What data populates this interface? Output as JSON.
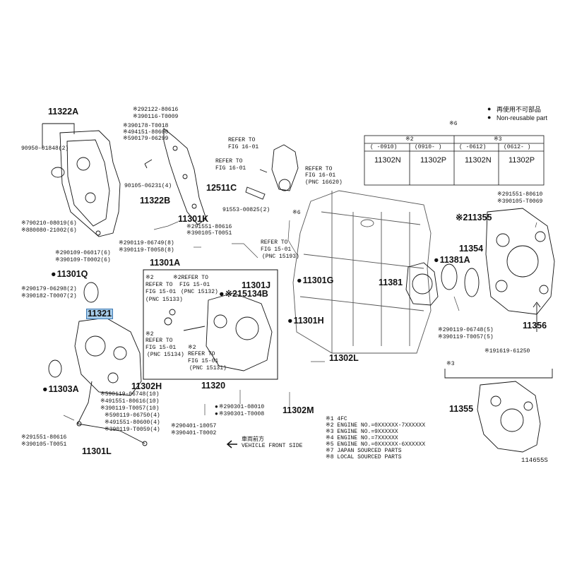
{
  "legend": {
    "nonreusable_jp": "再使用不可部品",
    "nonreusable_en": "Non-reusable part"
  },
  "engine_table": {
    "marker_top": "※6",
    "group1": "※2",
    "group2": "※3",
    "ranges": [
      "(  -0910)",
      "(0910-  )",
      "(  -0612)",
      "(0612-  )"
    ],
    "parts": [
      "11302N",
      "11302P",
      "11302N",
      "11302P"
    ]
  },
  "labels": {
    "p11322A": "11322A",
    "p90950": "90950-01848(2)",
    "p292122": "※292122-80616",
    "p390116": "※390116-T0009",
    "p390178": "※390178-T0018",
    "p494151": "※494151-80600",
    "p590179": "※590179-06299",
    "p90105": "90105-06231(4)",
    "p11322B": "11322B",
    "refer1": "REFER TO",
    "fig1": "FIG 16-01",
    "refer2": "REFER TO",
    "fig2": "FIG 16-01",
    "refer3": "REFER TO",
    "fig3": "FIG 16-01",
    "pnc3": "(PNC 16620)",
    "p12511C": "12511C",
    "p91553": "91553-00825(2)",
    "s6a": "※6",
    "p11301K": "11301K",
    "p291551a": "※291551-80616",
    "p390105a": "※390105-T0051",
    "p790210": "※790210-08019(6)",
    "p880080": "※880080-21002(6)",
    "p290109": "※290109-06017(6)",
    "p390109": "※390109-T0002(6)",
    "p290119a": "※290119-06749(8)",
    "p390119a": "※390119-T0058(8)",
    "p11301A": "11301A",
    "refer4": "REFER TO",
    "fig4": "FIG 15-01",
    "pnc4": "(PNC 15193)",
    "p11301Q": "11301Q",
    "p290179": "※290179-06298(2)",
    "p390182": "※390182-T0007(2)",
    "p11321": "11321",
    "refer5": "※2REFER TO",
    "fig5": "FIG 15-01",
    "pnc5": "(PNC 15132)",
    "s2a": "※2",
    "refer6": "REFER TO",
    "fig6": "FIG 15-01",
    "pnc6": "(PNC 15133)",
    "p11301J": "11301J",
    "p15134B": "※215134B",
    "p11301G": "11301G",
    "p11301H": "11301H",
    "s2b": "※2",
    "refer7": "REFER TO",
    "fig7": "FIG 15-01",
    "pnc7": "(PNC 15134)",
    "s2c": "※2",
    "refer8": "REFER TO",
    "fig8": "FIG 15-01",
    "pnc8": "(PNC 15131)",
    "p11303A": "11303A",
    "p11302H": "11302H",
    "p590119a": "※590119-06748(10)",
    "p491551a": "※491551-80616(10)",
    "p390119b": "※390119-T0057(10)",
    "p590119b": "※590119-06750(4)",
    "p491551b": "※491551-80600(4)",
    "p390119c": "※390119-T0059(4)",
    "p11320": "11320",
    "p290401": "※290401-10057",
    "p390401": "※390401-T0002",
    "p290301": "※290301-08010",
    "p390301": "※390301-T0008",
    "p291551b": "※291551-80616",
    "p390105b": "※390105-T0051",
    "p11301L": "11301L",
    "p11302L": "11302L",
    "p11302M": "11302M",
    "p11381A": "11381A",
    "p11381": "11381",
    "p11355a": "※211355",
    "p11354": "11354",
    "p291551c": "※291551-80610",
    "p390105c": "※390105-T0069",
    "p290119b": "※290119-06748(5)",
    "p390119d": "※390119-T0057(5)",
    "p11356": "11356",
    "p91619": "※191619-61250",
    "s3": "※3",
    "p11355b": "11355",
    "s6b": "※6",
    "front_jp": "車両前方",
    "front_en": "VEHICLE FRONT SIDE",
    "figno": "114655S"
  },
  "notes": [
    "※1 4FC",
    "※2 ENGINE NO.=0XXXXXX-7XXXXXX",
    "※3 ENGINE NO.=9XXXXXX",
    "※4 ENGINE NO.=7XXXXXX",
    "※5 ENGINE NO.=0XXXXXX-6XXXXXX",
    "※7 JAPAN SOURCED PARTS",
    "※8 LOCAL SOURCED PARTS"
  ],
  "colors": {
    "line": "#111111",
    "highlight": "#a8cdea",
    "highlight_border": "#3b77b2",
    "background": "#ffffff"
  }
}
